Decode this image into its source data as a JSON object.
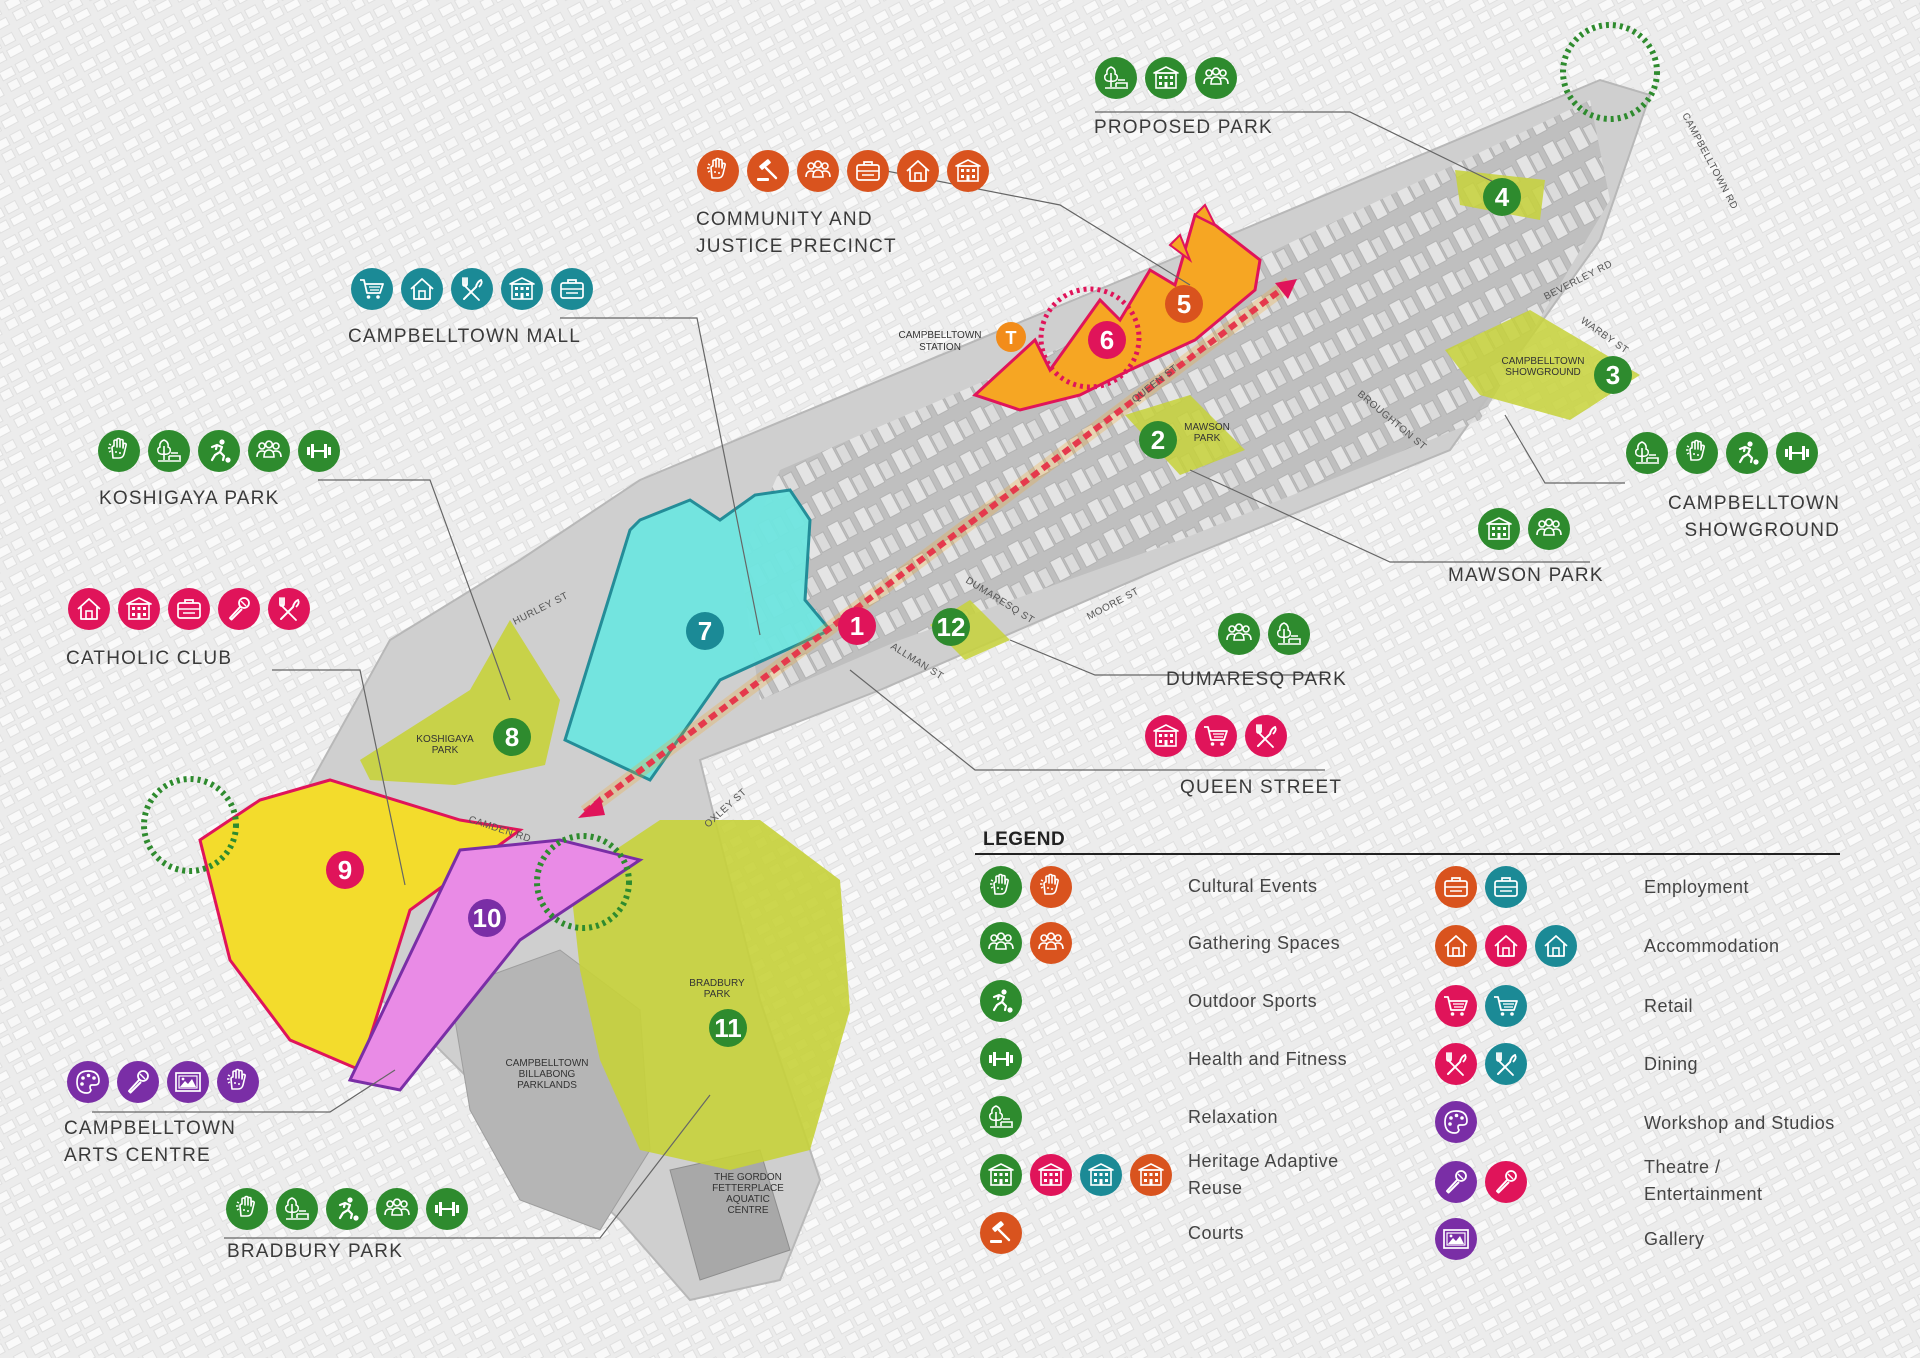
{
  "colors": {
    "green": "#2e8b2e",
    "orange": "#d9531e",
    "magenta": "#e0145a",
    "teal": "#1b8a96",
    "purple": "#7a2ea6",
    "park_fill": "#c7d23a",
    "mall_fill": "#6fe6e0",
    "catholic_fill": "#f3dc2c",
    "arts_fill": "#e98be6",
    "civic_fill": "#f6a623"
  },
  "map": {
    "street_labels": [
      "CAMPBELLTOWN RD",
      "BEVERLEY RD",
      "WARBY ST",
      "BROUGHTON ST",
      "QUEEN ST",
      "DUMARESQ ST",
      "MOORE ST",
      "ALLMAN ST",
      "HURLEY ST",
      "CAMDEN RD",
      "OXLEY ST"
    ],
    "small_area_labels": [
      {
        "lines": [
          "CAMPBELLTOWN",
          "SHOWGROUND"
        ]
      },
      {
        "lines": [
          "MAWSON",
          "PARK"
        ]
      },
      {
        "lines": [
          "KOSHIGAYA",
          "PARK"
        ]
      },
      {
        "lines": [
          "BRADBURY",
          "PARK"
        ]
      },
      {
        "lines": [
          "CAMPBELLTOWN",
          "BILLABONG",
          "PARKLANDS"
        ]
      },
      {
        "lines": [
          "THE GORDON",
          "FETTERPLACE",
          "AQUATIC",
          "CENTRE"
        ]
      }
    ],
    "station_label": [
      "CAMPBELLTOWN",
      "STATION"
    ],
    "station_icon": "T",
    "numbered_markers": [
      {
        "n": "1",
        "color": "#e0145a"
      },
      {
        "n": "2",
        "color": "#2e8b2e"
      },
      {
        "n": "3",
        "color": "#2e8b2e"
      },
      {
        "n": "4",
        "color": "#2e8b2e"
      },
      {
        "n": "5",
        "color": "#d9531e"
      },
      {
        "n": "6",
        "color": "#e0145a"
      },
      {
        "n": "7",
        "color": "#1b8a96"
      },
      {
        "n": "8",
        "color": "#2e8b2e"
      },
      {
        "n": "9",
        "color": "#e0145a"
      },
      {
        "n": "10",
        "color": "#7a2ea6"
      },
      {
        "n": "11",
        "color": "#2e8b2e"
      },
      {
        "n": "12",
        "color": "#2e8b2e"
      }
    ]
  },
  "callouts": [
    {
      "id": "proposed-park",
      "lines": [
        "PROPOSED PARK"
      ],
      "icons": [
        {
          "icon": "relaxation-icon",
          "color": "#2e8b2e"
        },
        {
          "icon": "heritage-icon",
          "color": "#2e8b2e"
        },
        {
          "icon": "gathering-icon",
          "color": "#2e8b2e"
        }
      ]
    },
    {
      "id": "community-justice",
      "lines": [
        "COMMUNITY AND",
        "JUSTICE PRECINCT"
      ],
      "icons": [
        {
          "icon": "cultural-icon",
          "color": "#d9531e"
        },
        {
          "icon": "courts-icon",
          "color": "#d9531e"
        },
        {
          "icon": "gathering-icon",
          "color": "#d9531e"
        },
        {
          "icon": "employment-icon",
          "color": "#d9531e"
        },
        {
          "icon": "accommodation-icon",
          "color": "#d9531e"
        },
        {
          "icon": "heritage-icon",
          "color": "#d9531e"
        }
      ]
    },
    {
      "id": "campbelltown-mall",
      "lines": [
        "CAMPBELLTOWN MALL"
      ],
      "icons": [
        {
          "icon": "retail-icon",
          "color": "#1b8a96"
        },
        {
          "icon": "accommodation-icon",
          "color": "#1b8a96"
        },
        {
          "icon": "dining-icon",
          "color": "#1b8a96"
        },
        {
          "icon": "heritage-icon",
          "color": "#1b8a96"
        },
        {
          "icon": "employment-icon",
          "color": "#1b8a96"
        }
      ]
    },
    {
      "id": "koshigaya-park",
      "lines": [
        "KOSHIGAYA PARK"
      ],
      "icons": [
        {
          "icon": "cultural-icon",
          "color": "#2e8b2e"
        },
        {
          "icon": "relaxation-icon",
          "color": "#2e8b2e"
        },
        {
          "icon": "sports-icon",
          "color": "#2e8b2e"
        },
        {
          "icon": "gathering-icon",
          "color": "#2e8b2e"
        },
        {
          "icon": "fitness-icon",
          "color": "#2e8b2e"
        }
      ]
    },
    {
      "id": "catholic-club",
      "lines": [
        "CATHOLIC CLUB"
      ],
      "icons": [
        {
          "icon": "accommodation-icon",
          "color": "#e0145a"
        },
        {
          "icon": "heritage-icon",
          "color": "#e0145a"
        },
        {
          "icon": "employment-icon",
          "color": "#e0145a"
        },
        {
          "icon": "entertainment-icon",
          "color": "#e0145a"
        },
        {
          "icon": "dining-icon",
          "color": "#e0145a"
        }
      ]
    },
    {
      "id": "arts-centre",
      "lines": [
        "CAMPBELLTOWN",
        "ARTS CENTRE"
      ],
      "icons": [
        {
          "icon": "workshop-icon",
          "color": "#7a2ea6"
        },
        {
          "icon": "entertainment-icon",
          "color": "#7a2ea6"
        },
        {
          "icon": "gallery-icon",
          "color": "#7a2ea6"
        },
        {
          "icon": "cultural-icon",
          "color": "#7a2ea6"
        }
      ]
    },
    {
      "id": "bradbury-park",
      "lines": [
        "BRADBURY PARK"
      ],
      "icons": [
        {
          "icon": "cultural-icon",
          "color": "#2e8b2e"
        },
        {
          "icon": "relaxation-icon",
          "color": "#2e8b2e"
        },
        {
          "icon": "sports-icon",
          "color": "#2e8b2e"
        },
        {
          "icon": "gathering-icon",
          "color": "#2e8b2e"
        },
        {
          "icon": "fitness-icon",
          "color": "#2e8b2e"
        }
      ]
    },
    {
      "id": "showground",
      "lines": [
        "CAMPBELLTOWN",
        "SHOWGROUND"
      ],
      "icons": [
        {
          "icon": "relaxation-icon",
          "color": "#2e8b2e"
        },
        {
          "icon": "cultural-icon",
          "color": "#2e8b2e"
        },
        {
          "icon": "sports-icon",
          "color": "#2e8b2e"
        },
        {
          "icon": "fitness-icon",
          "color": "#2e8b2e"
        }
      ]
    },
    {
      "id": "mawson-park",
      "lines": [
        "MAWSON PARK"
      ],
      "icons": [
        {
          "icon": "heritage-icon",
          "color": "#2e8b2e"
        },
        {
          "icon": "gathering-icon",
          "color": "#2e8b2e"
        }
      ]
    },
    {
      "id": "dumaresq-park",
      "lines": [
        "DUMARESQ PARK"
      ],
      "icons": [
        {
          "icon": "gathering-icon",
          "color": "#2e8b2e"
        },
        {
          "icon": "relaxation-icon",
          "color": "#2e8b2e"
        }
      ]
    },
    {
      "id": "queen-street",
      "lines": [
        "QUEEN STREET"
      ],
      "icons": [
        {
          "icon": "heritage-icon",
          "color": "#e0145a"
        },
        {
          "icon": "retail-icon",
          "color": "#e0145a"
        },
        {
          "icon": "dining-icon",
          "color": "#e0145a"
        }
      ]
    }
  ],
  "legend": {
    "title": "LEGEND",
    "left": [
      {
        "label": [
          "Cultural Events"
        ],
        "icons": [
          {
            "icon": "cultural-icon",
            "color": "#2e8b2e"
          },
          {
            "icon": "cultural-icon",
            "color": "#d9531e"
          }
        ]
      },
      {
        "label": [
          "Gathering Spaces"
        ],
        "icons": [
          {
            "icon": "gathering-icon",
            "color": "#2e8b2e"
          },
          {
            "icon": "gathering-icon",
            "color": "#d9531e"
          }
        ]
      },
      {
        "label": [
          "Outdoor Sports"
        ],
        "icons": [
          {
            "icon": "sports-icon",
            "color": "#2e8b2e"
          }
        ]
      },
      {
        "label": [
          "Health and Fitness"
        ],
        "icons": [
          {
            "icon": "fitness-icon",
            "color": "#2e8b2e"
          }
        ]
      },
      {
        "label": [
          "Relaxation"
        ],
        "icons": [
          {
            "icon": "relaxation-icon",
            "color": "#2e8b2e"
          }
        ]
      },
      {
        "label": [
          "Heritage Adaptive",
          "Reuse"
        ],
        "icons": [
          {
            "icon": "heritage-icon",
            "color": "#2e8b2e"
          },
          {
            "icon": "heritage-icon",
            "color": "#e0145a"
          },
          {
            "icon": "heritage-icon",
            "color": "#1b8a96"
          },
          {
            "icon": "heritage-icon",
            "color": "#d9531e"
          }
        ]
      },
      {
        "label": [
          "Courts"
        ],
        "icons": [
          {
            "icon": "courts-icon",
            "color": "#d9531e"
          }
        ]
      }
    ],
    "right": [
      {
        "label": [
          "Employment"
        ],
        "icons": [
          {
            "icon": "employment-icon",
            "color": "#d9531e"
          },
          {
            "icon": "employment-icon",
            "color": "#1b8a96"
          }
        ]
      },
      {
        "label": [
          "Accommodation"
        ],
        "icons": [
          {
            "icon": "accommodation-icon",
            "color": "#d9531e"
          },
          {
            "icon": "accommodation-icon",
            "color": "#e0145a"
          },
          {
            "icon": "accommodation-icon",
            "color": "#1b8a96"
          }
        ]
      },
      {
        "label": [
          "Retail"
        ],
        "icons": [
          {
            "icon": "retail-icon",
            "color": "#e0145a"
          },
          {
            "icon": "retail-icon",
            "color": "#1b8a96"
          }
        ]
      },
      {
        "label": [
          "Dining"
        ],
        "icons": [
          {
            "icon": "dining-icon",
            "color": "#e0145a"
          },
          {
            "icon": "dining-icon",
            "color": "#1b8a96"
          }
        ]
      },
      {
        "label": [
          "Workshop and Studios"
        ],
        "icons": [
          {
            "icon": "workshop-icon",
            "color": "#7a2ea6"
          }
        ]
      },
      {
        "label": [
          "Theatre /",
          "Entertainment"
        ],
        "icons": [
          {
            "icon": "entertainment-icon",
            "color": "#7a2ea6"
          },
          {
            "icon": "entertainment-icon",
            "color": "#e0145a"
          }
        ]
      },
      {
        "label": [
          "Gallery"
        ],
        "icons": [
          {
            "icon": "gallery-icon",
            "color": "#7a2ea6"
          }
        ]
      }
    ]
  }
}
